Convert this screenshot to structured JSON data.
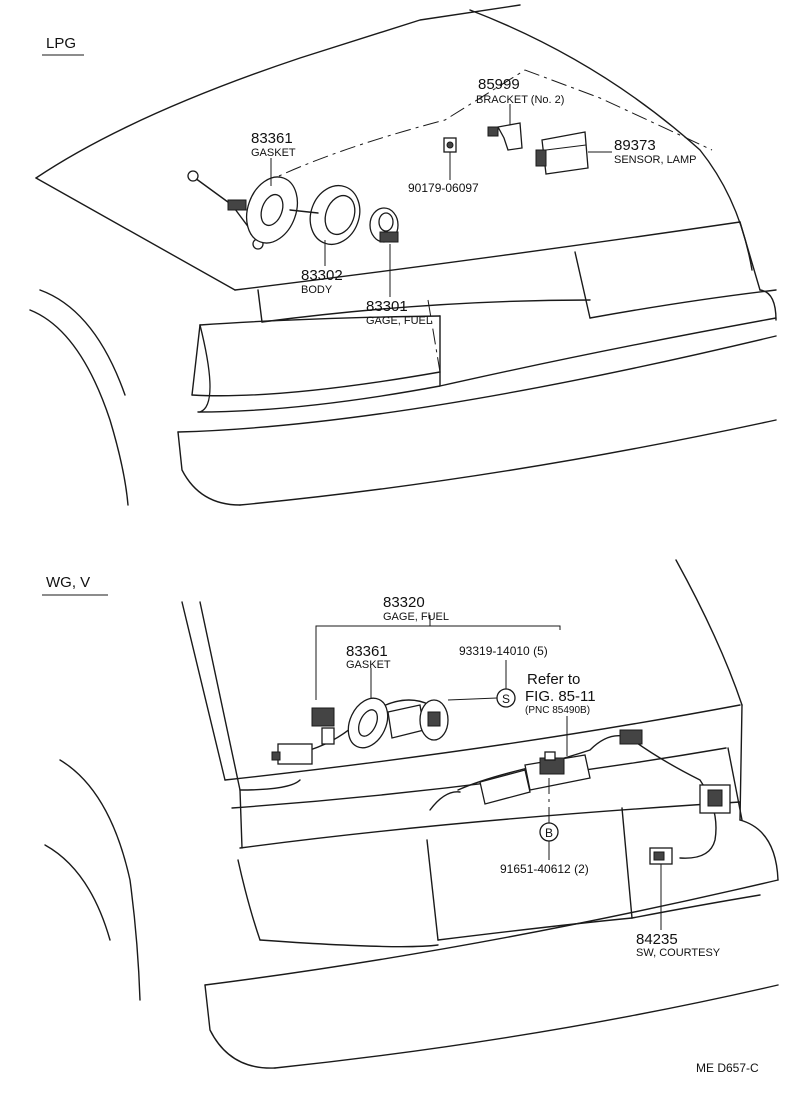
{
  "sections": {
    "top": "LPG",
    "bottom": "WG, V"
  },
  "callouts": {
    "p85999": {
      "num": "85999",
      "name": "BRACKET (No. 2)"
    },
    "p83361a": {
      "num": "83361",
      "name": "GASKET"
    },
    "p89373": {
      "num": "89373",
      "name": "SENSOR, LAMP"
    },
    "p90179": {
      "num": "90179-06097"
    },
    "p83302": {
      "num": "83302",
      "name": "BODY"
    },
    "p83301": {
      "num": "83301",
      "name": "GAGE, FUEL"
    },
    "p83320": {
      "num": "83320",
      "name": "GAGE, FUEL"
    },
    "p83361b": {
      "num": "83361",
      "name": "GASKET"
    },
    "p93319": {
      "num": "93319-14010 (5)"
    },
    "ref": {
      "line1": "Refer to",
      "line2": "FIG. 85-11",
      "line3": "(PNC 85490B)"
    },
    "p91651": {
      "num": "91651-40612 (2)"
    },
    "p84235": {
      "num": "84235",
      "name": "SW, COURTESY"
    }
  },
  "markers": {
    "s": "S",
    "b": "B"
  },
  "footer_code": "ME  D657-C"
}
